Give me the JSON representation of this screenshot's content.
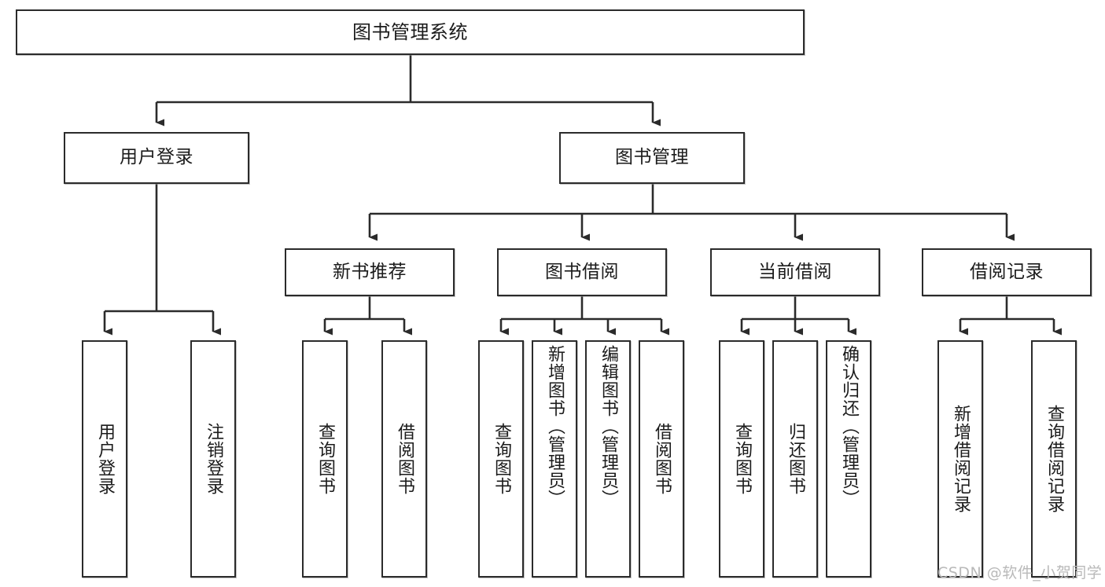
{
  "diagram": {
    "title": "图书管理系统",
    "stroke_color": "#2b2b2b",
    "fill_color": "#ffffff",
    "text_color": "#1b1b1b",
    "root": {
      "label": "图书管理系统"
    },
    "level2": [
      {
        "label": "用户登录"
      },
      {
        "label": "图书管理"
      }
    ],
    "level3": [
      {
        "label": "新书推荐"
      },
      {
        "label": "图书借阅"
      },
      {
        "label": "当前借阅"
      },
      {
        "label": "借阅记录"
      }
    ],
    "leaves": {
      "user_login": [
        {
          "label": "用户登录"
        },
        {
          "label": "注销登录"
        }
      ],
      "new_book": [
        {
          "label": "查询图书"
        },
        {
          "label": "借阅图书"
        }
      ],
      "book_borrow": [
        {
          "label": "查询图书"
        },
        {
          "label": "新增图书（管理员）"
        },
        {
          "label": "编辑图书（管理员）"
        },
        {
          "label": "借阅图书"
        }
      ],
      "current_borrow": [
        {
          "label": "查询图书"
        },
        {
          "label": "归还图书"
        },
        {
          "label": "确认归还（管理员）"
        }
      ],
      "borrow_record": [
        {
          "label": "新增借阅记录"
        },
        {
          "label": "查询借阅记录"
        }
      ]
    }
  },
  "watermark": {
    "text": "CSDN @软件_小贺同学",
    "color": "#b9b9b9"
  }
}
